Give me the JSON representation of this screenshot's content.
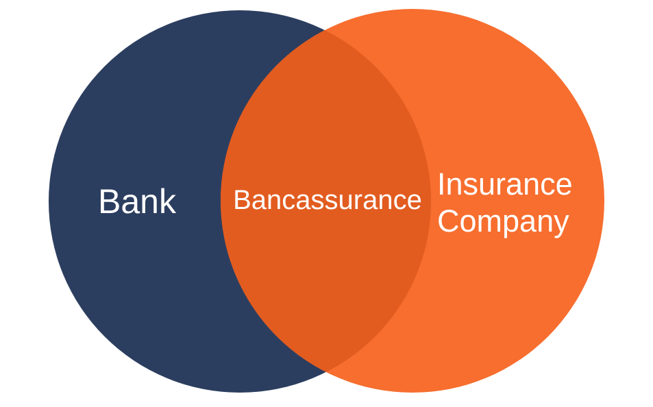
{
  "page": {
    "background_color": "#ffffff",
    "text_color": "#ffffff"
  },
  "diagram": {
    "type": "venn",
    "sets": [
      {
        "id": "bank",
        "label": "Bank",
        "color": "#2C3E5F"
      },
      {
        "id": "insurance-company",
        "label": "Insurance Company",
        "label_lines": [
          "Insurance",
          "Company"
        ],
        "color": "#F76E2F"
      }
    ],
    "intersection": {
      "label": "Bancassurance",
      "color": "#E25C20"
    }
  },
  "chart_data": {
    "type": "venn",
    "title": "",
    "sets": [
      {
        "name": "Bank",
        "color": "#2C3E5F"
      },
      {
        "name": "Insurance Company",
        "color": "#F76E2F"
      }
    ],
    "intersections": [
      {
        "between": [
          "Bank",
          "Insurance Company"
        ],
        "name": "Bancassurance",
        "color": "#E25C20"
      }
    ],
    "background": "#ffffff",
    "label_color": "#ffffff"
  }
}
